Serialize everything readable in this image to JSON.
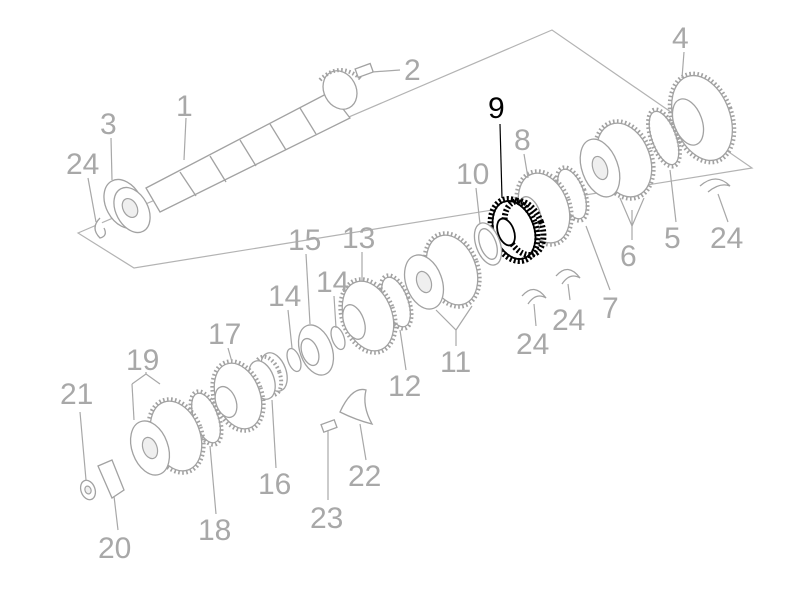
{
  "diagram": {
    "highlighted_part": "9",
    "callouts": [
      "1",
      "2",
      "3",
      "4",
      "5",
      "6",
      "7",
      "8",
      "9",
      "10",
      "11",
      "12",
      "13",
      "14",
      "15",
      "16",
      "17",
      "18",
      "19",
      "20",
      "21",
      "22",
      "23",
      "24"
    ],
    "colors": {
      "part_line": "#a2a2a2",
      "label": "#a8a8a8",
      "highlight": "#000000"
    }
  }
}
